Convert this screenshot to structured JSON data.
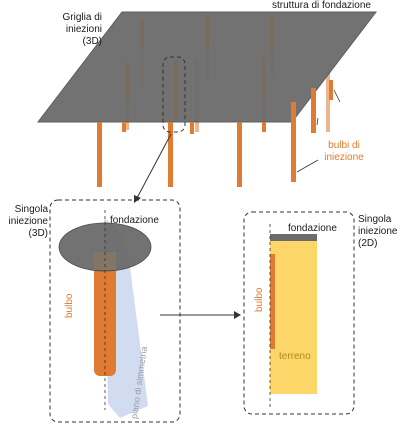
{
  "top": {
    "title_line1": "Griglia di",
    "title_line2": "iniezioni",
    "title_line3": "(3D)",
    "foundation_label": "struttura di fondazione",
    "bulbs_line1": "bulbi di",
    "bulbs_line2": "iniezione"
  },
  "single3d": {
    "title_line1": "Singola",
    "title_line2": "iniezione",
    "title_line3": "(3D)",
    "foundation_label": "fondazione",
    "bulb_label": "bulbo",
    "plane_label": "piano di simmetria"
  },
  "single2d": {
    "title_line1": "Singola",
    "title_line2": "iniezione",
    "title_line3": "(2D)",
    "foundation_label": "fondazione",
    "bulb_label": "bulbo",
    "soil_label": "terreno"
  },
  "colors": {
    "plate": "#6e6e6e",
    "bulb": "#e07b32",
    "soil": "#fdd66a",
    "plane": "#c9d6ee"
  }
}
